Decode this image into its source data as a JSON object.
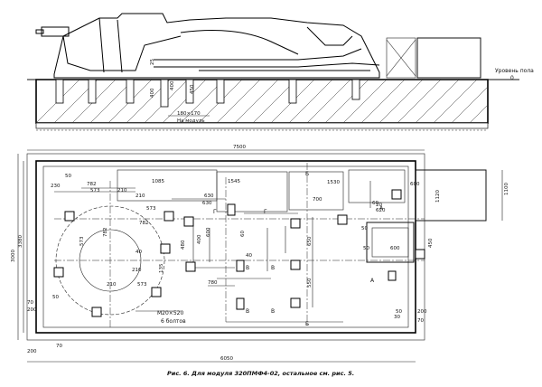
{
  "caption": "Рис. 6. Для модуля 320ПМФ4-02, остальное см. рис. 5.",
  "elevation": {
    "floor_level_label": "Уровень пола",
    "floor_level_value": "0",
    "dim_25": "25",
    "dim_400_a": "400",
    "dim_400_b": "400",
    "dim_450": "450",
    "dim_180x170": "180×170",
    "embed_label": "На модуль"
  },
  "plan": {
    "dims_top": {
      "overall": "7500"
    },
    "dims_bottom": {
      "overall": "6050"
    },
    "dims_left": {
      "d3000": "3000",
      "d3380": "3380",
      "d200a": "200",
      "d200b": "200",
      "d70a": "70",
      "d70b": "70",
      "d230": "230",
      "d50a": "50"
    },
    "dims_right": {
      "d1100": "1100",
      "d1120": "1120",
      "d450": "450",
      "d200": "200",
      "d70": "70",
      "d50": "50"
    },
    "rect_dims": [
      "1085",
      "1545",
      "1530",
      "700",
      "630",
      "600",
      "782",
      "573",
      "210",
      "210",
      "782",
      "573",
      "573",
      "782",
      "573",
      "210",
      "40",
      "210",
      "630",
      "600",
      "400",
      "50",
      "600",
      "480",
      "650",
      "550",
      "780",
      "135",
      "60",
      "60",
      "30",
      "50",
      "50",
      "40",
      "20",
      "620"
    ],
    "section_labels": [
      "Б",
      "Б",
      "А",
      "А",
      "Г",
      "Г",
      "В",
      "В",
      "В",
      "В"
    ],
    "bolt_label_1": "M20×520",
    "bolt_label_2": "6 болтов"
  }
}
